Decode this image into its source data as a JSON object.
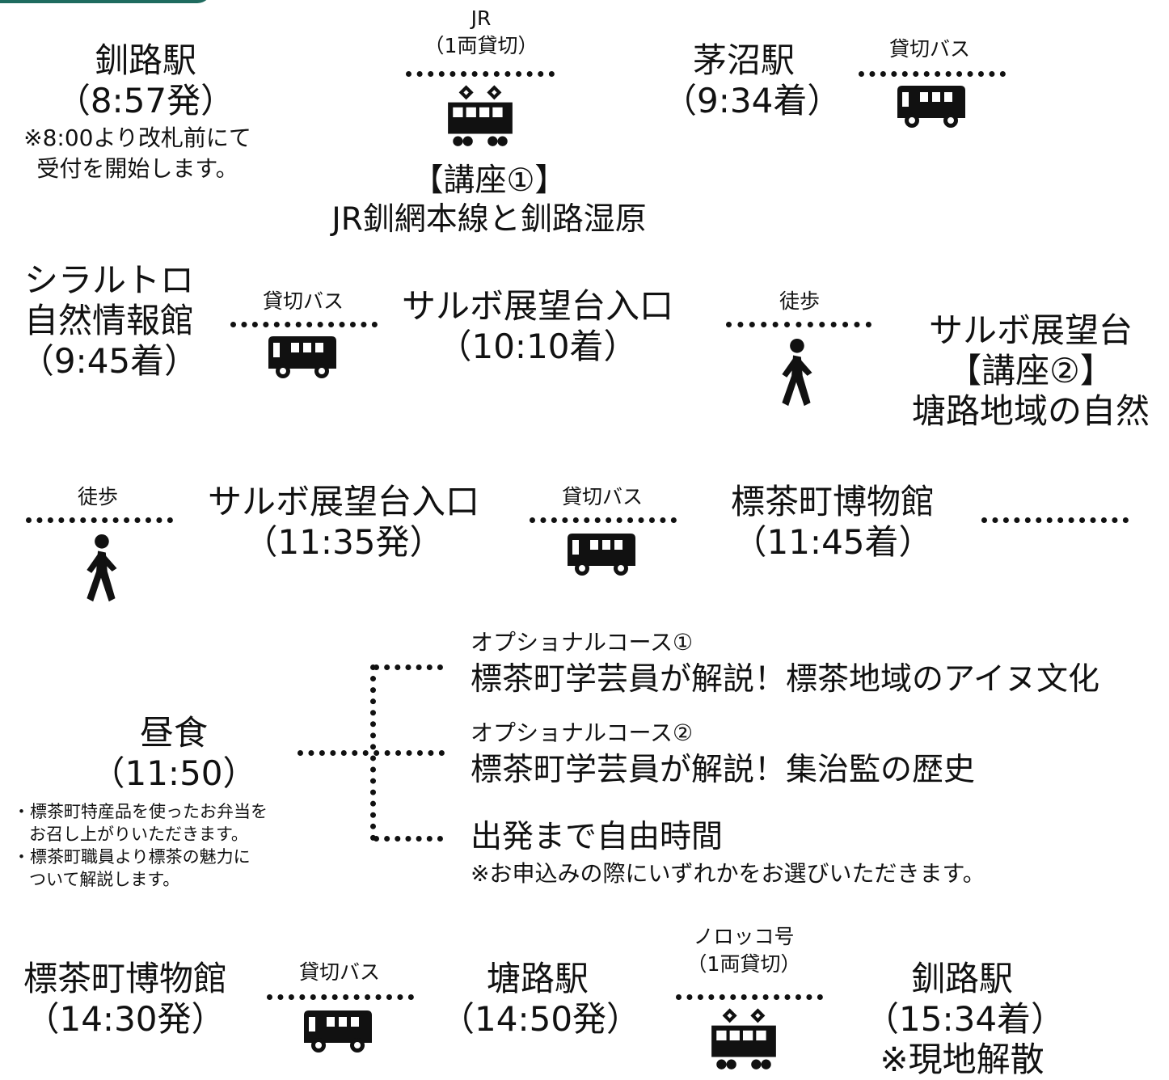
{
  "colors": {
    "accent": "#1f6b5f",
    "ink": "#111111",
    "background": "#ffffff"
  },
  "icons": {
    "train": "train-icon",
    "bus": "bus-icon",
    "walk": "walking-person-icon"
  },
  "row1": {
    "start": {
      "name": "釧路駅",
      "time": "（8:57発）",
      "note1": "※8:00より改札前にて",
      "note2": "受付を開始します。"
    },
    "seg1": {
      "label1": "JR",
      "label2": "（1両貸切）"
    },
    "lecture1": {
      "title": "【講座①】",
      "subtitle": "JR釧網本線と釧路湿原"
    },
    "stop2": {
      "name": "茅沼駅",
      "time": "（9:34着）"
    },
    "seg2": {
      "label": "貸切バス"
    }
  },
  "row2": {
    "stop3": {
      "line1": "シラルトロ",
      "line2": "自然情報館",
      "time": "（9:45着）"
    },
    "seg3": {
      "label": "貸切バス"
    },
    "stop4": {
      "name": "サルボ展望台入口",
      "time": "（10:10着）"
    },
    "seg4": {
      "label": "徒歩"
    },
    "stop5": {
      "name": "サルボ展望台",
      "lecture": "【講座②】",
      "lecture_title": "塘路地域の自然"
    }
  },
  "row3": {
    "seg5": {
      "label": "徒歩"
    },
    "stop6": {
      "name": "サルボ展望台入口",
      "time": "（11:35発）"
    },
    "seg6": {
      "label": "貸切バス"
    },
    "stop7": {
      "name": "標茶町博物館",
      "time": "（11:45着）"
    }
  },
  "row4": {
    "lunch": {
      "title": "昼食",
      "time": "（11:50）",
      "note1": "・標茶町特産品を使ったお弁当を",
      "note2": "お召し上がりいただきます。",
      "note3": "・標茶町職員より標茶の魅力に",
      "note4": "ついて解説します。"
    },
    "option1": {
      "label": "オプショナルコース①",
      "title": "標茶町学芸員が解説！標茶地域のアイヌ文化"
    },
    "option2": {
      "label": "オプショナルコース②",
      "title": "標茶町学芸員が解説！集治監の歴史"
    },
    "free": {
      "title": "出発まで自由時間",
      "note": "※お申込みの際にいずれかをお選びいただきます。"
    }
  },
  "row5": {
    "stop8": {
      "name": "標茶町博物館",
      "time": "（14:30発）"
    },
    "seg7": {
      "label": "貸切バス"
    },
    "stop9": {
      "name": "塘路駅",
      "time": "（14:50発）"
    },
    "seg8": {
      "label1": "ノロッコ号",
      "label2": "（1両貸切）"
    },
    "end": {
      "name": "釧路駅",
      "time": "（15:34着）",
      "note": "※現地解散"
    }
  }
}
